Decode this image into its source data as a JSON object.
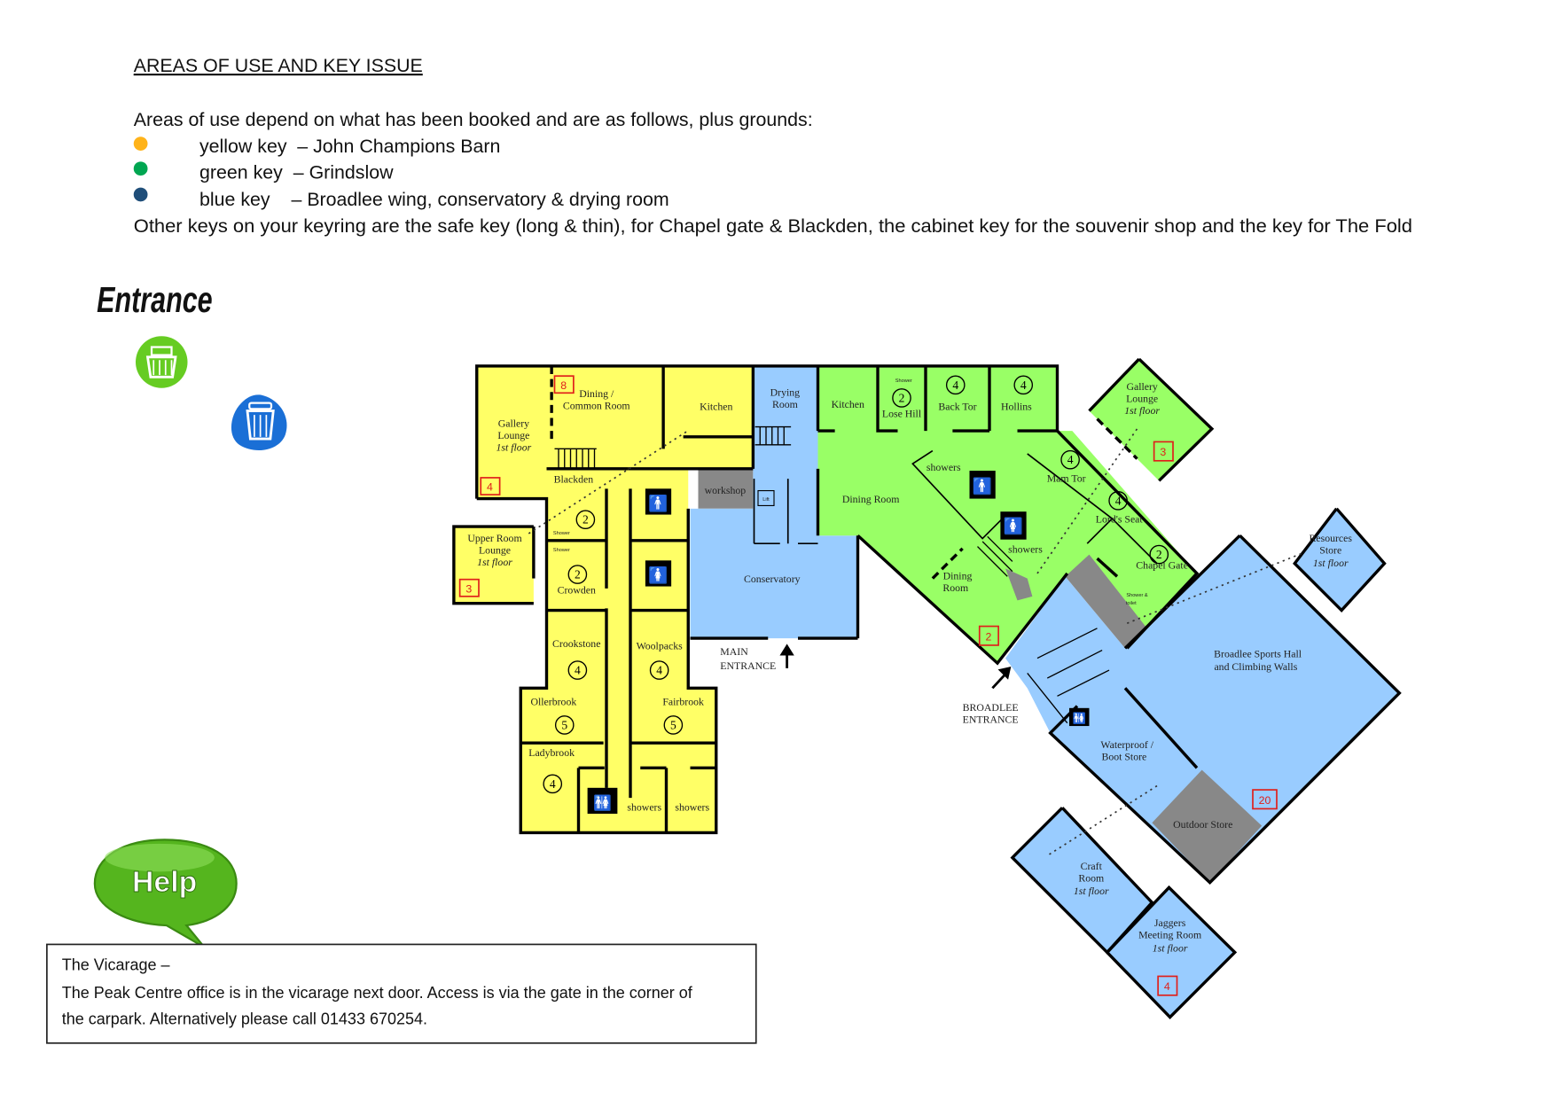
{
  "header": {
    "title": "AREAS OF USE AND KEY ISSUE",
    "intro": "Areas of use depend on what has been booked and are as follows, plus grounds:",
    "keys": [
      {
        "label": "yellow key",
        "area": "– John Champions Barn",
        "color": "#ffb31a"
      },
      {
        "label": "green key",
        "area": "– Grindslow",
        "color": "#00a651"
      },
      {
        "label": "blue key",
        "area": "– Broadlee wing, conservatory & drying room",
        "color": "#1f4e79"
      }
    ],
    "other_keys": "Other keys on your keyring are the safe key (long & thin), for Chapel gate & Blackden, the cabinet key for the souvenir shop and the key for The Fold"
  },
  "entrance_label": "Entrance",
  "help_label": "Help",
  "vicarage": {
    "title": "The Vicarage –",
    "line1": "The Peak Centre office is in the vicarage next door.  Access is via the gate in the corner of",
    "line2": "the carpark.  Alternatively please call 01433 670254."
  },
  "colors": {
    "yellow": "#ffff66",
    "green": "#99ff66",
    "blue": "#99ccff",
    "grey": "#888888"
  },
  "plan": {
    "yellow": {
      "gallery_lounge": [
        "Gallery",
        "Lounge",
        "1st floor"
      ],
      "gallery_keys": "4",
      "dining": [
        "Dining /",
        "Common Room"
      ],
      "dining_keys": "8",
      "kitchen": "Kitchen",
      "upper_room": [
        "Upper Room",
        "Lounge",
        "1st floor"
      ],
      "upper_keys": "3",
      "blackden": "Blackden",
      "blackden_cap": "2",
      "crowden": "Crowden",
      "crowden_cap": "2",
      "shower": "Shower",
      "crookstone": "Crookstone",
      "crookstone_cap": "4",
      "woolpacks": "Woolpacks",
      "woolpacks_cap": "4",
      "ollerbrook": "Ollerbrook",
      "ollerbrook_cap": "5",
      "fairbrook": "Fairbrook",
      "fairbrook_cap": "5",
      "ladybrook": "Ladybrook",
      "ladybrook_cap": "4",
      "showers": "showers",
      "workshop": "workshop"
    },
    "blue_core": {
      "drying_room": [
        "Drying",
        "Room"
      ],
      "lift": "Lift",
      "conservatory": "Conservatory",
      "main_entrance": [
        "MAIN",
        "ENTRANCE"
      ]
    },
    "green": {
      "kitchen": "Kitchen",
      "lose_hill": "Lose Hill",
      "lose_hill_cap": "2",
      "back_tor": "Back Tor",
      "back_tor_cap": "4",
      "hollins": "Hollins",
      "hollins_cap": "4",
      "dining_room": "Dining Room",
      "showers": "showers",
      "mam_tor": "Mam Tor",
      "mam_tor_cap": "4",
      "lords_seat": "Lord's Seat",
      "lords_seat_cap": "4",
      "chapel_gate": "Chapel Gate",
      "chapel_gate_cap": "2",
      "shower_toilet": [
        "Shower &",
        "toilet"
      ],
      "dining_room2": [
        "Dining",
        "Room"
      ],
      "dining_keys": "2",
      "gallery_lounge": [
        "Gallery",
        "Lounge",
        "1st floor"
      ],
      "gallery_keys": "3"
    },
    "broadlee": {
      "entrance": [
        "BROADLEE",
        "ENTRANCE"
      ],
      "sports_hall": [
        "Broadlee Sports Hall",
        "and Climbing Walls"
      ],
      "sports_keys": "20",
      "resources": [
        "Resources",
        "Store",
        "1st floor"
      ],
      "waterproof": [
        "Waterproof /",
        "Boot Store"
      ],
      "outdoor": "Outdoor Store",
      "craft": [
        "Craft",
        "Room",
        "1st floor"
      ],
      "jaggers": [
        "Jaggers",
        "Meeting Room",
        "1st floor"
      ],
      "jaggers_keys": "4"
    }
  }
}
